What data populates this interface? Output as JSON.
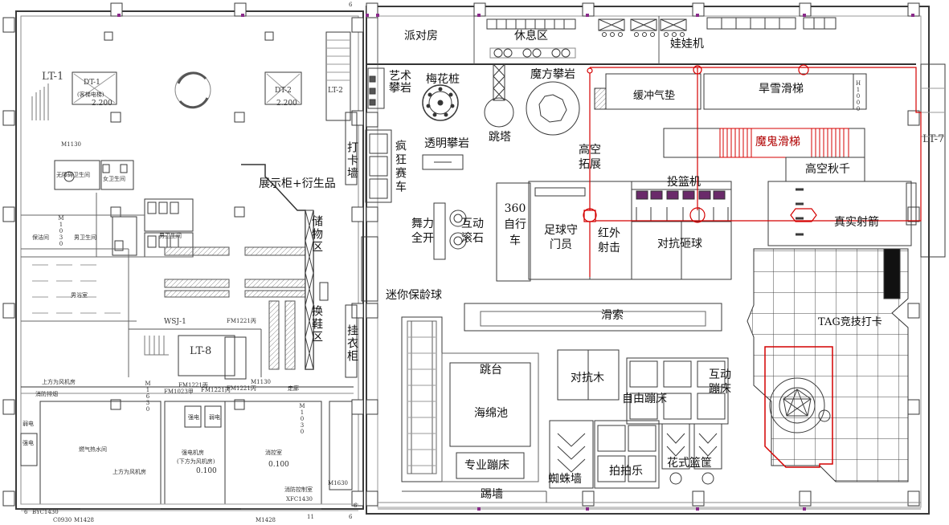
{
  "left_building": {
    "elevators": [
      "LT-1",
      "DT-1",
      "DT-2",
      "LT-2",
      "LT-8"
    ],
    "elevator_notes": [
      "2.200",
      "2.200"
    ],
    "elevator_sub": "(客梯电梯)",
    "rooms": {
      "barrier_free_wc": "无障碍卫生间",
      "female_wc": "女卫生间",
      "male_wc": "男卫生间",
      "cleaning": "保洁间",
      "mens_room": "男浴室",
      "wsj": "WSJ-1",
      "gas_room": "燃气热水间",
      "power_room": "强电机房",
      "power_room_sub": "(下方为风机房)",
      "power_level": "0.100",
      "fire_room": "消控室",
      "fire_level": "0.100",
      "strong": "强电",
      "weak": "弱电",
      "pipe_note_1": "上方为风机房",
      "pipe_note_2": "上方为风机房",
      "smoke": "消防排烟",
      "fire_elevator": "消防控制室",
      "corridor": "走廊"
    },
    "door_codes": [
      "M1130",
      "M1030",
      "FM1221丙",
      "FM1221丙",
      "FM1023甲",
      "FM1221丙",
      "M1130",
      "M1630",
      "FM1221丙",
      "M1030",
      "M1630",
      "XFC1430",
      "BYC1430",
      "C0930",
      "M1428",
      "M1428"
    ],
    "small_numbers": [
      "6",
      "6",
      "6",
      "6",
      "11"
    ]
  },
  "right_zones": {
    "party_room": "派对房",
    "rest_area": "休息区",
    "claw_machine": "娃娃机",
    "art_climbing": "艺术攀岩",
    "plum_pile": "梅花桩",
    "jump_tower": "跳塔",
    "rubik_climbing": "魔方攀岩",
    "buffer_pad": "缓冲气垫",
    "dry_snow_slide": "旱雪滑梯",
    "magic_slide": "魔鬼滑梯",
    "high_swing": "高空秋千",
    "high_expand": "高空拓展",
    "crazy_car": "疯狂赛车",
    "clear_climbing": "透明攀岩",
    "punch_card": "打卡墙",
    "showcase": "展示柜+衍生品",
    "storage": "储物区",
    "shoe_area": "换鞋区",
    "coat_rack": "挂衣柜",
    "dance_power": "舞力全开",
    "rolling_stone": "互动滚石",
    "bike_360": "360自行车",
    "goalkeeper": "足球守门员",
    "infrared": "红外射击",
    "basket_machine": "投篮机",
    "smash_ball": "对抗砸球",
    "real_archery": "真实射箭",
    "mini_bowling": "迷你保龄球",
    "zipline": "滑索",
    "tag": "TAG竞技打卡",
    "jump_board": "跳台",
    "foam_pit": "海绵池",
    "pro_trampoline": "专业蹦床",
    "kick_wall": "踢墙",
    "spider_wall": "蜘蛛墙",
    "vs_wood": "对抗木",
    "free_trampoline": "自由蹦床",
    "interactive_bed": "互动蹦床",
    "pat_fun": "拍拍乐",
    "fancy_basket": "花式篮筐",
    "lt7": "LT-7",
    "side_code": "H1000"
  },
  "colors": {
    "line": "#3a3a3a",
    "light_line": "#8a8a8a",
    "red": "#d40000",
    "column": "#7a2a7a"
  }
}
